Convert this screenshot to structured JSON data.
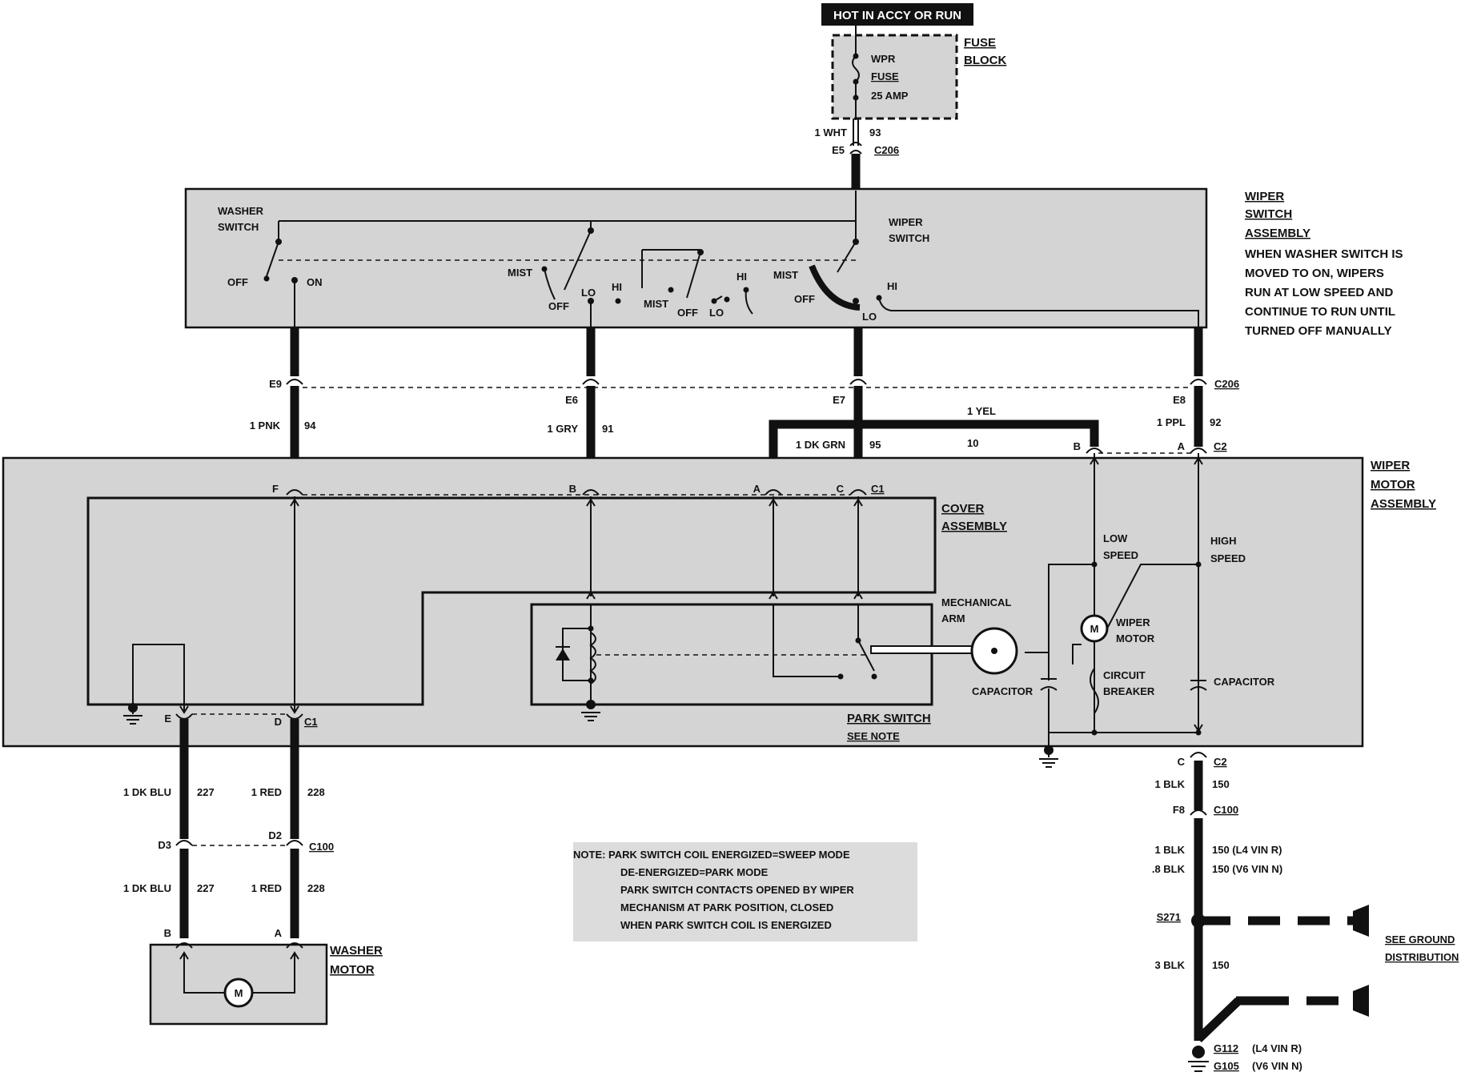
{
  "power_source": "HOT IN ACCY OR RUN",
  "fuse_block": {
    "title_1": "FUSE",
    "title_2": "BLOCK",
    "fuse_name_1": "WPR",
    "fuse_name_2": "FUSE",
    "fuse_rating": "25 AMP"
  },
  "feed_wire": {
    "gauge_color": "1 WHT",
    "circuit": "93",
    "pin": "E5",
    "connector": "C206"
  },
  "wiper_switch_assembly": {
    "title_1": "WIPER",
    "title_2": "SWITCH",
    "title_3": "ASSEMBLY",
    "note_lines": [
      "WHEN WASHER SWITCH IS",
      "MOVED TO ON, WIPERS",
      "RUN AT LOW SPEED AND",
      "CONTINUE TO RUN UNTIL",
      "TURNED OFF MANUALLY"
    ],
    "washer_switch_1": "WASHER",
    "washer_switch_2": "SWITCH",
    "wiper_switch_1": "WIPER",
    "wiper_switch_2": "SWITCH",
    "pos_off": "OFF",
    "pos_on": "ON",
    "pos_mist": "MIST",
    "pos_lo": "LO",
    "pos_hi": "HI"
  },
  "c206_pins": {
    "e9": "E9",
    "e6": "E6",
    "e7": "E7",
    "e8": "E8",
    "connector": "C206"
  },
  "wires_mid": {
    "pnk": "1 PNK",
    "pnk_ckt": "94",
    "gry": "1 GRY",
    "gry_ckt": "91",
    "dkgrn": "1 DK GRN",
    "dkgrn_ckt": "95",
    "yel": "1 YEL",
    "yel_ckt": "10",
    "ppl": "1 PPL",
    "ppl_ckt": "92"
  },
  "c2_top": {
    "pin_b": "B",
    "pin_a": "A",
    "connector": "C2"
  },
  "c1_top": {
    "pin_f": "F",
    "pin_b": "B",
    "pin_a": "A",
    "pin_c": "C",
    "connector": "C1"
  },
  "wiper_motor_assembly": {
    "title_1": "WIPER",
    "title_2": "MOTOR",
    "title_3": "ASSEMBLY",
    "cover_1": "COVER",
    "cover_2": "ASSEMBLY",
    "mech_arm_1": "MECHANICAL",
    "mech_arm_2": "ARM",
    "capacitor": "CAPACITOR",
    "low_speed_1": "LOW",
    "low_speed_2": "SPEED",
    "high_speed_1": "HIGH",
    "high_speed_2": "SPEED",
    "wiper_motor_1": "WIPER",
    "wiper_motor_2": "MOTOR",
    "circuit_breaker_1": "CIRCUIT",
    "circuit_breaker_2": "BREAKER",
    "capacitor_2": "CAPACITOR",
    "park_switch": "PARK SWITCH",
    "see_note": "SEE NOTE",
    "motor_symbol": "M"
  },
  "c1_bottom": {
    "pin_e": "E",
    "pin_d": "D",
    "connector": "C1"
  },
  "c2_bottom": {
    "pin_c": "C",
    "connector": "C2"
  },
  "washer_wires": {
    "dkblu": "1 DK BLU",
    "dkblu_ckt": "227",
    "red": "1 RED",
    "red_ckt": "228",
    "pin_d3": "D3",
    "pin_d2": "D2",
    "connector": "C100"
  },
  "washer_motor": {
    "title_1": "WASHER",
    "title_2": "MOTOR",
    "pin_b": "B",
    "pin_a": "A",
    "motor_symbol": "M"
  },
  "note": {
    "lines": [
      "NOTE:  PARK SWITCH COIL ENERGIZED=SWEEP MODE",
      "DE-ENERGIZED=PARK MODE",
      "PARK SWITCH CONTACTS OPENED BY WIPER",
      "MECHANISM AT PARK POSITION, CLOSED",
      "WHEN PARK SWITCH COIL IS ENERGIZED"
    ]
  },
  "ground_circuit": {
    "blk1": "1 BLK",
    "blk1_ckt": "150",
    "pin_f8": "F8",
    "connector": "C100",
    "blk2a": "1 BLK",
    "blk2a_ckt": "150 (L4 VIN R)",
    "blk2b": ".8 BLK",
    "blk2b_ckt": "150 (V6 VIN N)",
    "splice": "S271",
    "blk3": "3 BLK",
    "blk3_ckt": "150",
    "see_ground_1": "SEE GROUND",
    "see_ground_2": "DISTRIBUTION",
    "g112": "G112",
    "g112_note": "(L4 VIN R)",
    "g105": "G105",
    "g105_note": "(V6 VIN N)"
  }
}
